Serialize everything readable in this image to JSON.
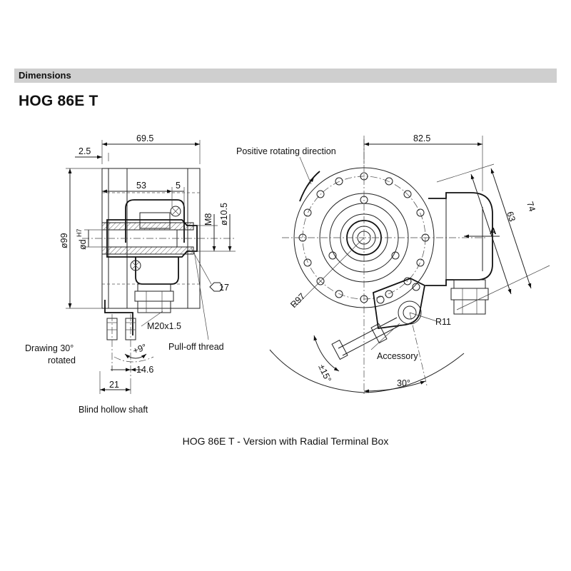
{
  "header": {
    "section_title": "Dimensions",
    "product_title": "HOG 86E T"
  },
  "side_view": {
    "dim_width": "69.5",
    "dim_offset": "2.5",
    "dim_inner": "53",
    "dim_five": "5",
    "dim_m8": "M8",
    "dim_bore": "ø10.5",
    "dim_diameter": "ø99",
    "dim_shaft_d": "ød",
    "dim_shaft_tol": "H7",
    "hex_label": "17",
    "gland_label": "M20x1.5",
    "drawing_note_line1": "Drawing 30°",
    "drawing_note_line2": "rotated",
    "angle_label": "+9°",
    "dim_146": "14.6",
    "dim_21": "21",
    "pulloff_label": "Pull-off thread",
    "shaft_label": "Blind hollow shaft"
  },
  "front_view": {
    "rotation_label": "Positive rotating direction",
    "dim_825": "82.5",
    "dim_74": "74",
    "dim_63": "63",
    "view_a": "A",
    "radius_97": "R97",
    "radius_11": "R11",
    "angle_15": "±15°",
    "accessory_label": "Accessory",
    "angle_30": "30°"
  },
  "caption": "HOG 86E T - Version with Radial Terminal Box"
}
